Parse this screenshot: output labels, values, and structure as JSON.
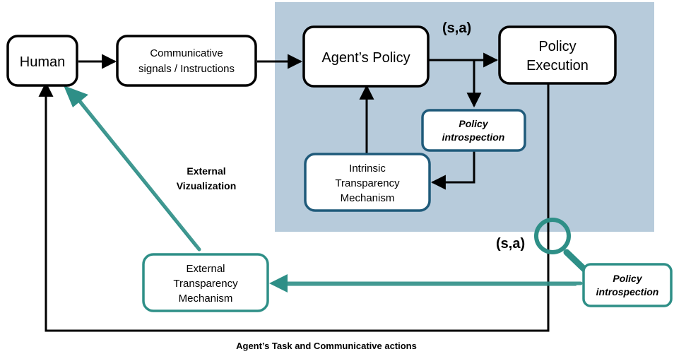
{
  "nodes": {
    "human": {
      "lines": [
        "Human"
      ]
    },
    "communicative_signals": {
      "lines": [
        "Communicative",
        "signals / Instructions"
      ]
    },
    "agents_policy": {
      "lines": [
        "Agent’s Policy"
      ]
    },
    "policy_execution": {
      "lines": [
        "Policy",
        "Execution"
      ]
    },
    "policy_introspection_inner": {
      "lines": [
        "Policy",
        "introspection"
      ]
    },
    "intrinsic_mechanism": {
      "lines": [
        "Intrinsic",
        "Transparency",
        "Mechanism"
      ]
    },
    "external_mechanism": {
      "lines": [
        "External",
        "Transparency",
        "Mechanism"
      ]
    },
    "policy_introspection_outer": {
      "lines": [
        "Policy",
        "introspection"
      ]
    }
  },
  "labels": {
    "sa_top": "(s,a)",
    "sa_bottom": "(s,a)",
    "external_visualization": [
      "External",
      "Vizualization"
    ],
    "bottom_caption": "Agent’s Task and Communicative actions"
  },
  "colors": {
    "agent_region": "#b7cbdb",
    "dark_blue_border": "#1f5a7a",
    "teal": "#2e8f87",
    "black": "#000000"
  }
}
